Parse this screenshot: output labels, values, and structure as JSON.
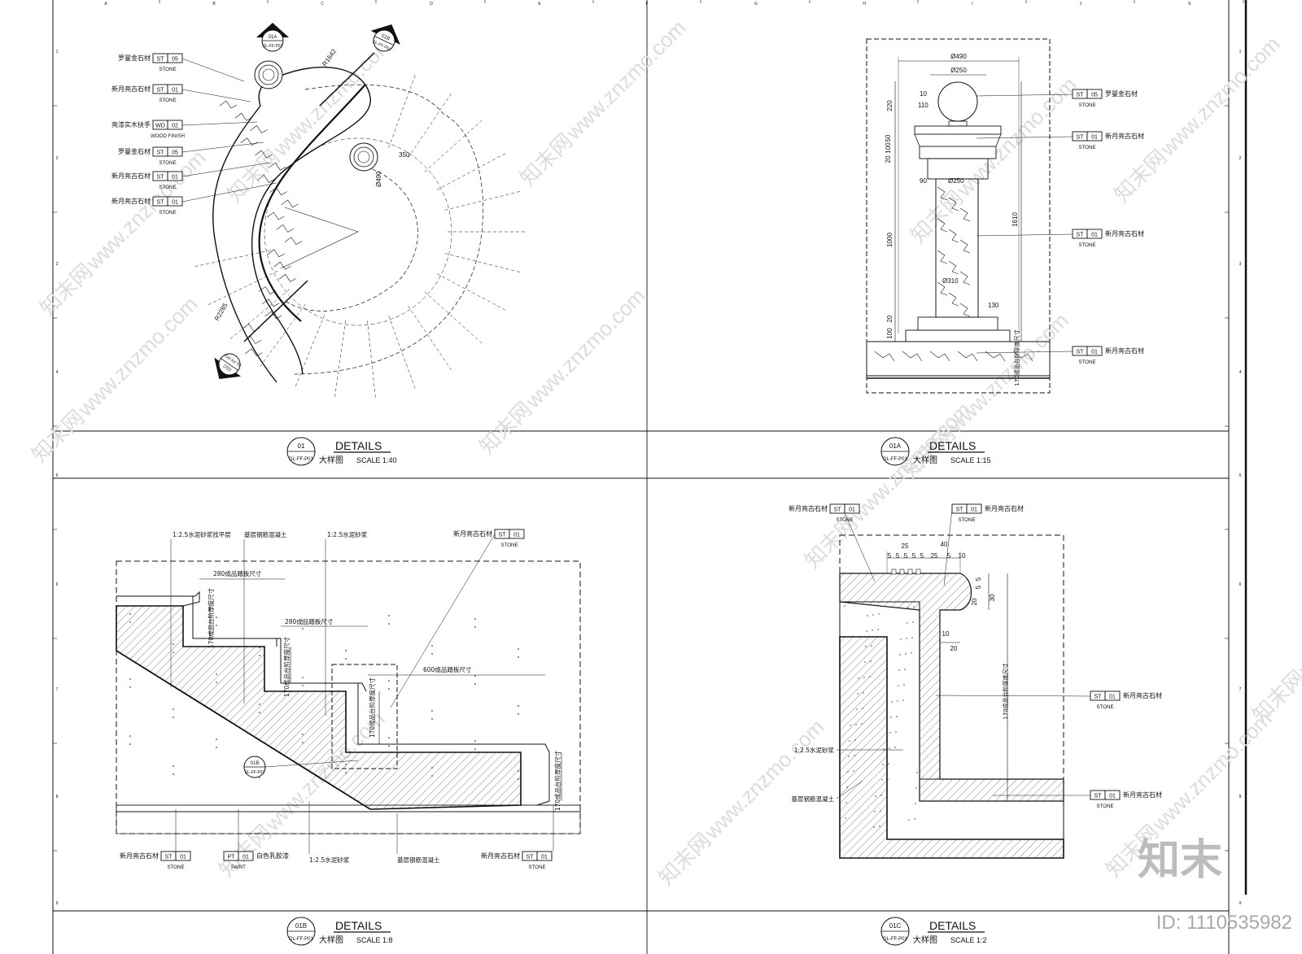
{
  "grid": {
    "columns": [
      "A",
      "B",
      "C",
      "D",
      "E",
      "F",
      "G",
      "H",
      "I",
      "J",
      "K"
    ],
    "rows": [
      "1",
      "2",
      "3",
      "4",
      "5",
      "6",
      "7",
      "8",
      "9"
    ]
  },
  "panels": [
    {
      "id": "p1",
      "num": "01",
      "ref": "DL-FF-P01",
      "title": "DETAILS",
      "cn": "大样图",
      "scale": "SCALE  1:40"
    },
    {
      "id": "p2",
      "num": "01A",
      "ref": "DL-FF-P01",
      "title": "DETAILS",
      "cn": "大样图",
      "scale": "SCALE  1:15"
    },
    {
      "id": "p3",
      "num": "01B",
      "ref": "DL-FF-P01",
      "title": "DETAILS",
      "cn": "大样图",
      "scale": "SCALE  1:8"
    },
    {
      "id": "p4",
      "num": "01C",
      "ref": "DL-FF-P01",
      "title": "DETAILS",
      "cn": "大样图",
      "scale": "SCALE  1:2"
    }
  ],
  "section_markers": [
    {
      "num": "01A",
      "ref": "DL-FF-P01"
    },
    {
      "num": "01B",
      "ref": "DL-FF-P01"
    },
    {
      "num": "01C",
      "ref": "DL-FF-P01"
    },
    {
      "num": "01B",
      "ref": "DL-FF-P01"
    }
  ],
  "tags": {
    "p1": [
      {
        "cn": "罗曼金石材",
        "code": "ST",
        "num": "05",
        "sub": "STONE"
      },
      {
        "cn": "新月亮古石材",
        "code": "ST",
        "num": "01",
        "sub": "STONE"
      },
      {
        "cn": "亮漆实木扶手",
        "code": "WD",
        "num": "02",
        "sub": "WOOD FINISH"
      },
      {
        "cn": "罗曼金石材",
        "code": "ST",
        "num": "05",
        "sub": "STONE"
      },
      {
        "cn": "新月亮古石材",
        "code": "ST",
        "num": "01",
        "sub": "STONE"
      },
      {
        "cn": "新月亮古石材",
        "code": "ST",
        "num": "01",
        "sub": "STONE"
      }
    ],
    "p2": [
      {
        "cn": "罗曼金石材",
        "code": "ST",
        "num": "05",
        "sub": "STONE"
      },
      {
        "cn": "新月亮古石材",
        "code": "ST",
        "num": "01",
        "sub": "STONE"
      },
      {
        "cn": "新月亮古石材",
        "code": "ST",
        "num": "01",
        "sub": "STONE"
      },
      {
        "cn": "新月亮古石材",
        "code": "ST",
        "num": "01",
        "sub": "STONE"
      }
    ],
    "p3": [
      {
        "cn": "新月亮古石材",
        "code": "ST",
        "num": "01",
        "sub": "STONE"
      },
      {
        "cn": "新月亮古石材",
        "code": "ST",
        "num": "01",
        "sub": "STONE"
      },
      {
        "cn": "白色乳胶漆",
        "code": "PT",
        "num": "01",
        "sub": "PAINT"
      },
      {
        "cn": "新月亮古石材",
        "code": "ST",
        "num": "01",
        "sub": "STONE"
      }
    ],
    "p4": [
      {
        "cn": "新月亮古石材",
        "code": "ST",
        "num": "01",
        "sub": "STONE"
      },
      {
        "cn": "新月亮古石材",
        "code": "ST",
        "num": "01",
        "sub": "STONE"
      },
      {
        "cn": "新月亮古石材",
        "code": "ST",
        "num": "01",
        "sub": "STONE"
      },
      {
        "cn": "新月亮古石材",
        "code": "ST",
        "num": "01",
        "sub": "STONE"
      }
    ]
  },
  "dims": {
    "p1": [
      "R1642",
      "350",
      "Ø490",
      "R2285"
    ],
    "p2": [
      "Ø490",
      "Ø250",
      "220",
      "10",
      "110",
      "50",
      "20",
      "100",
      "90",
      "Ø250",
      "1000",
      "Ø310",
      "130",
      "1610",
      "100",
      "20",
      "170成品台阶厚度尺寸"
    ],
    "p4": [
      "25",
      "40",
      "5",
      "5",
      "5",
      "5",
      "5",
      "25",
      "5",
      "10",
      "5",
      "5",
      "20",
      "30",
      "10",
      "20",
      "170成品台阶厚度尺寸"
    ]
  },
  "notes": {
    "p3": [
      "1:2.5水泥砂浆找平层",
      "基层钢筋混凝土",
      "1:2.5水泥砂浆",
      "280成品踏板尺寸",
      "280成品踏板尺寸",
      "170成品台阶厚度尺寸",
      "170成品台阶厚度尺寸",
      "600成品踏板尺寸",
      "170成品台阶厚度尺寸",
      "170成品台阶厚度尺寸",
      "1:2.5水泥砂浆",
      "基层钢筋混凝土"
    ],
    "p4": [
      "1:2.5水泥砂浆",
      "基层钢筋混凝土"
    ]
  },
  "watermark": {
    "site": "www.znzmo.com",
    "brand": "知末网",
    "logo": "知末",
    "id": "ID: 1110535982"
  }
}
